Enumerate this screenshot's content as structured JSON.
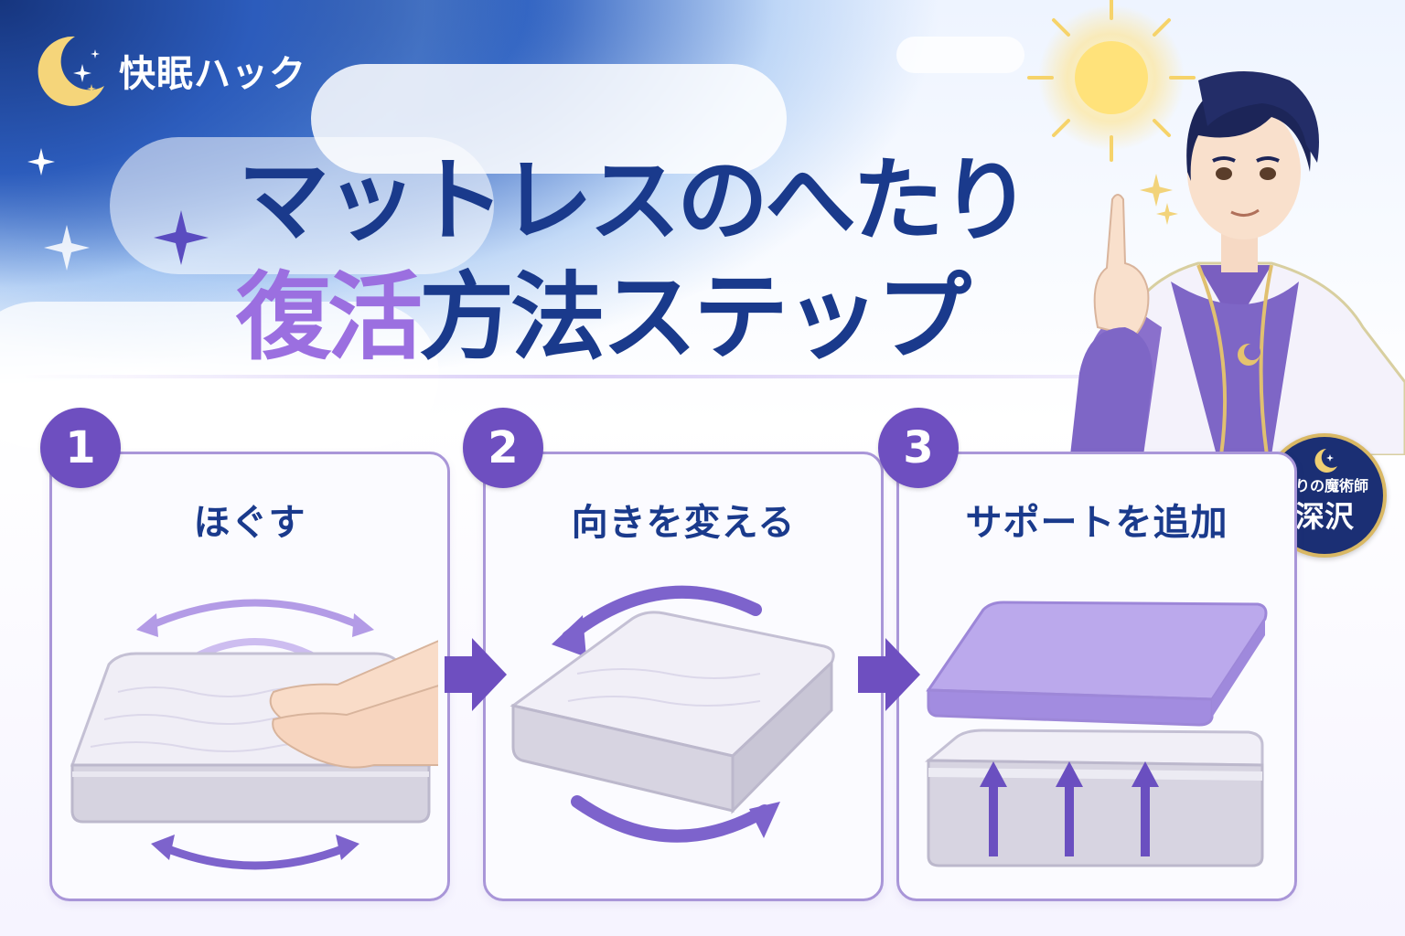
{
  "brand": {
    "icon": "crescent-moon-icon",
    "label": "快眠ハック"
  },
  "title": {
    "line1": "マットレスのへたり",
    "line2_accent": "復活",
    "line2_rest": "方法ステップ"
  },
  "steps": [
    {
      "number": "1",
      "label": "ほぐす",
      "icon": "hands-massaging-mattress"
    },
    {
      "number": "2",
      "label": "向きを変える",
      "icon": "rotate-mattress"
    },
    {
      "number": "3",
      "label": "サポートを追加",
      "icon": "topper-on-mattress"
    }
  ],
  "badge": {
    "title": "眠りの魔術師",
    "name": "深沢",
    "icon": "crescent-moon-icon"
  },
  "colors": {
    "navy": "#1a3a8c",
    "accent": "#9b6fe0",
    "step": "#6e4fc0"
  }
}
